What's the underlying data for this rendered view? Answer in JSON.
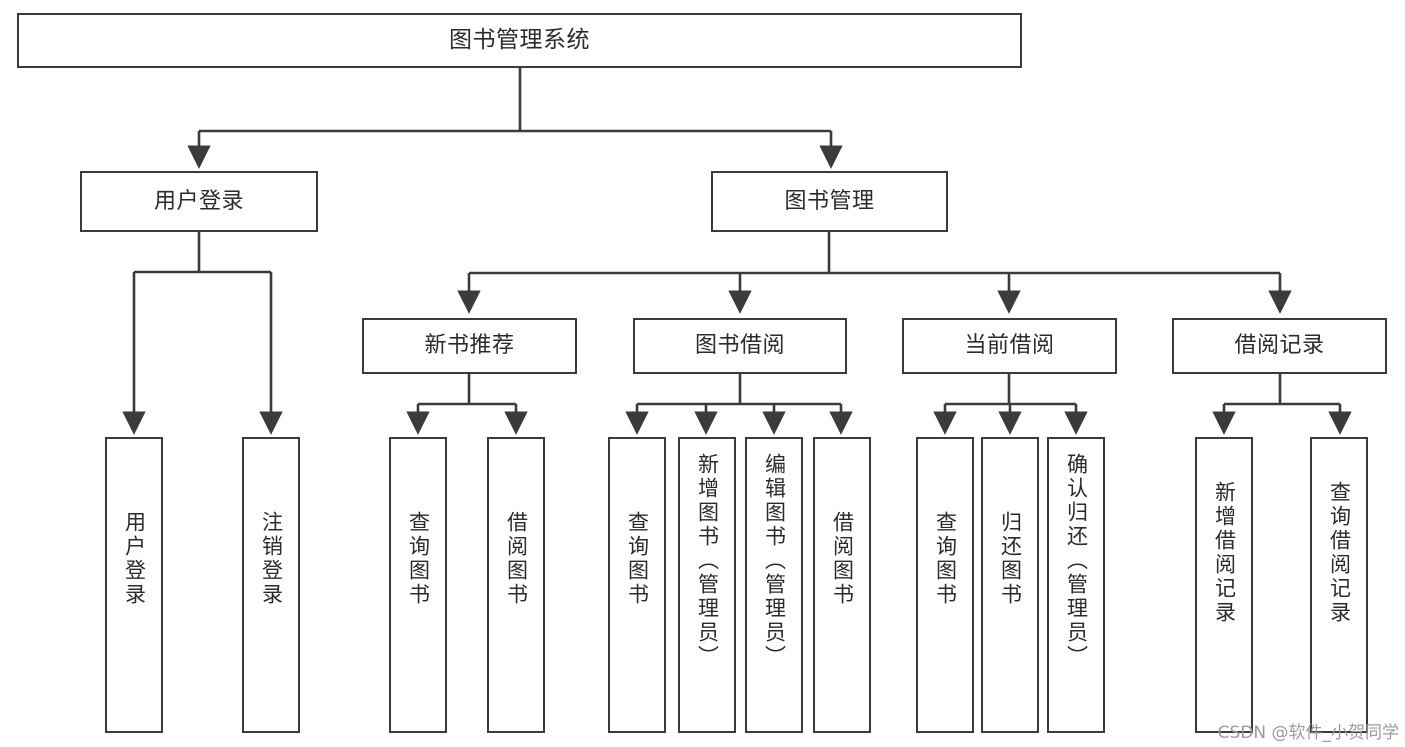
{
  "diagram": {
    "title": "图书管理系统",
    "watermark": "CSDN @软件_小贺同学",
    "colors": {
      "background": "#ffffff",
      "node_border": "#3b3b3b",
      "node_fill": "#ffffff",
      "edge": "#3b3b3b",
      "text": "#2b2b2b",
      "watermark": "#9b9b9b"
    },
    "nodes": {
      "root": {
        "label": "图书管理系统"
      },
      "level2": [
        {
          "id": "user-login",
          "label": "用户登录"
        },
        {
          "id": "book-management",
          "label": "图书管理"
        }
      ],
      "level3": [
        {
          "id": "new-book-recommend",
          "label": "新书推荐"
        },
        {
          "id": "book-borrow",
          "label": "图书借阅"
        },
        {
          "id": "current-borrow",
          "label": "当前借阅"
        },
        {
          "id": "borrow-record",
          "label": "借阅记录"
        }
      ],
      "leaves": {
        "user_login": [
          {
            "id": "leaf-user-login",
            "label": "用户登录"
          },
          {
            "id": "leaf-logout",
            "label": "注销登录"
          }
        ],
        "new_book_recommend": [
          {
            "id": "leaf-query-book-1",
            "label": "查询图书"
          },
          {
            "id": "leaf-borrow-book-1",
            "label": "借阅图书"
          }
        ],
        "book_borrow": [
          {
            "id": "leaf-query-book-2",
            "label": "查询图书"
          },
          {
            "id": "leaf-add-book",
            "label": "新增图书（管理员）"
          },
          {
            "id": "leaf-edit-book",
            "label": "编辑图书（管理员）"
          },
          {
            "id": "leaf-borrow-book-2",
            "label": "借阅图书"
          }
        ],
        "current_borrow": [
          {
            "id": "leaf-query-book-3",
            "label": "查询图书"
          },
          {
            "id": "leaf-return-book",
            "label": "归还图书"
          },
          {
            "id": "leaf-confirm-return",
            "label": "确认归还（管理员）"
          }
        ],
        "borrow_record": [
          {
            "id": "leaf-add-record",
            "label": "新增借阅记录"
          },
          {
            "id": "leaf-query-record",
            "label": "查询借阅记录"
          }
        ]
      }
    },
    "hierarchy": {
      "图书管理系统": [
        "用户登录",
        "图书管理"
      ],
      "用户登录": [
        "用户登录",
        "注销登录"
      ],
      "图书管理": [
        "新书推荐",
        "图书借阅",
        "当前借阅",
        "借阅记录"
      ],
      "新书推荐": [
        "查询图书",
        "借阅图书"
      ],
      "图书借阅": [
        "查询图书",
        "新增图书（管理员）",
        "编辑图书（管理员）",
        "借阅图书"
      ],
      "当前借阅": [
        "查询图书",
        "归还图书",
        "确认归还（管理员）"
      ],
      "借阅记录": [
        "新增借阅记录",
        "查询借阅记录"
      ]
    }
  }
}
